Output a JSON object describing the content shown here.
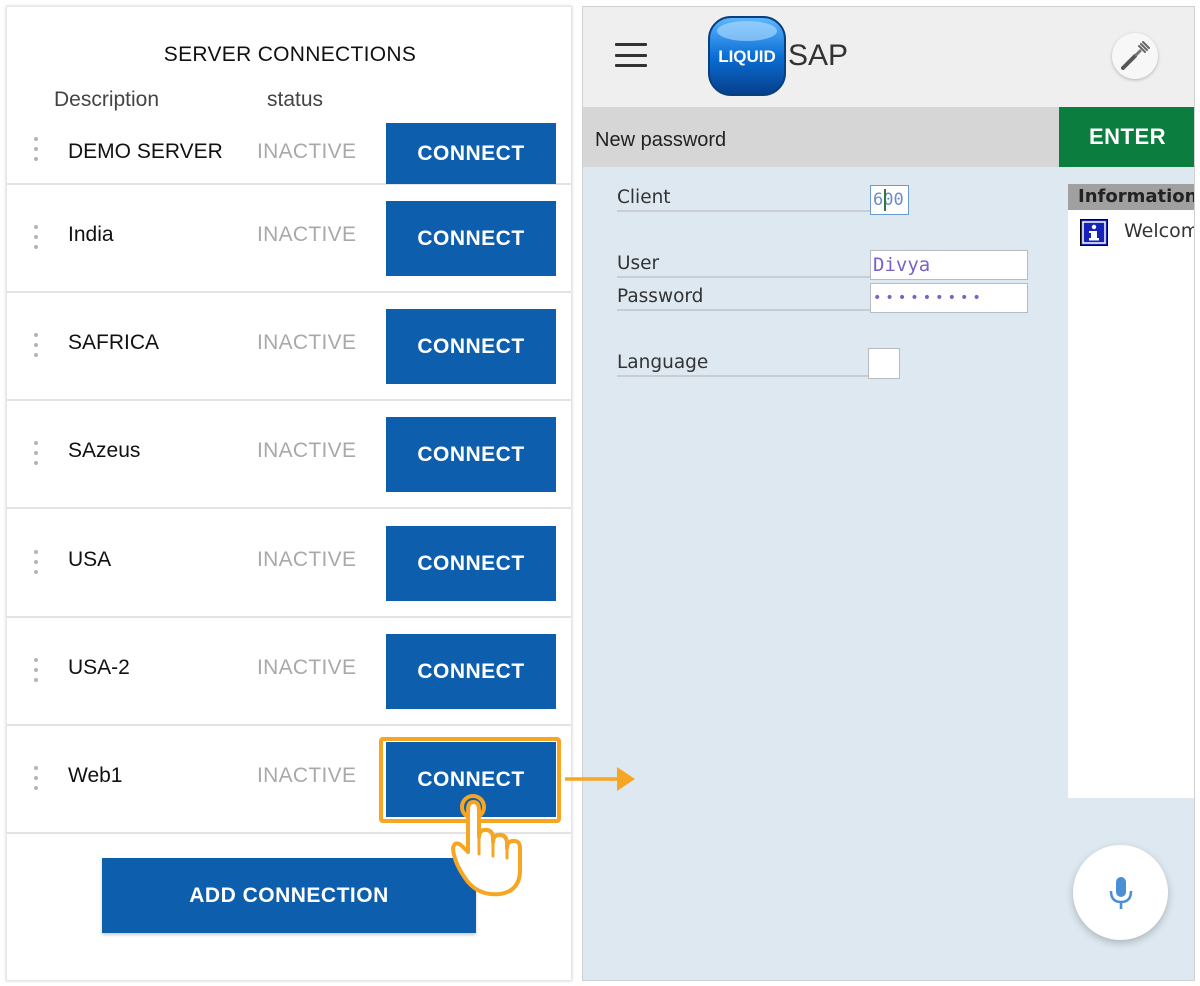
{
  "left_panel": {
    "title": "SERVER CONNECTIONS",
    "columns": {
      "description": "Description",
      "status": "status"
    },
    "connections": [
      {
        "description": "DEMO SERVER",
        "status": "INACTIVE",
        "action": "CONNECT"
      },
      {
        "description": "India",
        "status": "INACTIVE",
        "action": "CONNECT"
      },
      {
        "description": "SAFRICA",
        "status": "INACTIVE",
        "action": "CONNECT"
      },
      {
        "description": "SAzeus",
        "status": "INACTIVE",
        "action": "CONNECT"
      },
      {
        "description": "USA",
        "status": "INACTIVE",
        "action": "CONNECT"
      },
      {
        "description": "USA-2",
        "status": "INACTIVE",
        "action": "CONNECT"
      },
      {
        "description": "Web1",
        "status": "INACTIVE",
        "action": "CONNECT"
      }
    ],
    "add_button": "ADD CONNECTION"
  },
  "right_panel": {
    "logo": {
      "badge_text": "LIQUID",
      "app_name": "SAP"
    },
    "toolbar": {
      "field_label": "New password",
      "enter_label": "ENTER"
    },
    "form": {
      "client_label": "Client",
      "client_value": "600",
      "user_label": "User",
      "user_value": "Divya",
      "password_label": "Password",
      "password_value": "•••••••••",
      "language_label": "Language",
      "language_value": ""
    },
    "info": {
      "header": "Information",
      "message": "Welcome"
    }
  },
  "colors": {
    "connect_blue": "#0d5fae",
    "enter_green": "#0b7d3e",
    "highlight_orange": "#f6a623",
    "status_gray": "#a9a9a9",
    "sap_background": "#dde8f0"
  },
  "icons": [
    "drag-handle-icon",
    "hamburger-menu-icon",
    "liquid-ui-logo",
    "wrench-icon",
    "information-icon",
    "microphone-icon",
    "pointing-hand-icon",
    "right-arrow-icon"
  ]
}
